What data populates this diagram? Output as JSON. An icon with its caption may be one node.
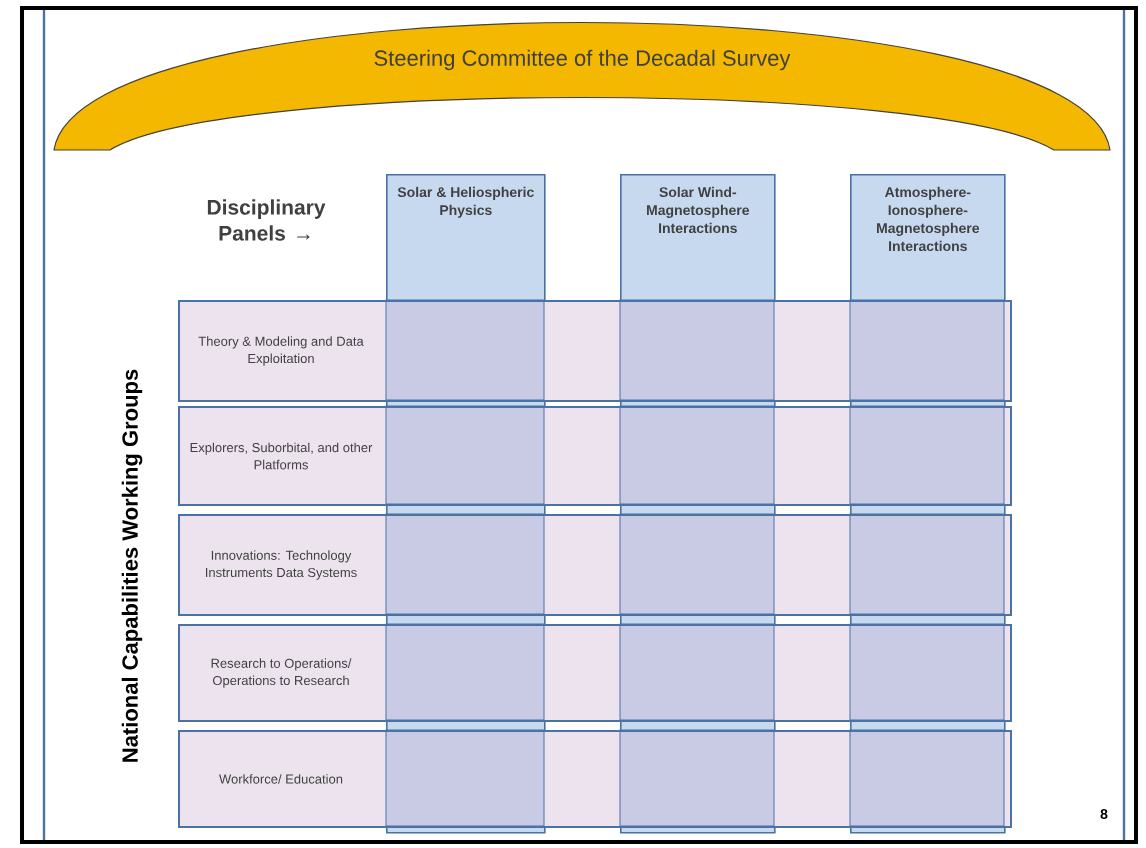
{
  "diagram": {
    "nodes": [
      {
        "text": [
          "Steering Committee of the Decadal Survey"
        ]
      },
      {
        "text": [
          "Solar & Heliospheric Physics"
        ]
      },
      {
        "text": [
          "Solar Wind-Magnetosphere Interactions"
        ]
      },
      {
        "text": [
          "Atmosphere-Ionosphere-Magnetosphere Interactions"
        ]
      },
      {
        "text": [
          "Theory & Modeling and Data Exploitation"
        ]
      },
      {
        "text": [
          "Explorers, Suborbital, and other Platforms"
        ]
      },
      {
        "text": [
          "Innovations: Technology Instruments Data Systems"
        ]
      },
      {
        "text": [
          "Research to Operations/ Operations to Research"
        ]
      },
      {
        "text": [
          "Workforce/ Education"
        ]
      }
    ],
    "labels": [
      "Disciplinary Panels →",
      "National Capabilities Working Groups",
      "8"
    ]
  }
}
